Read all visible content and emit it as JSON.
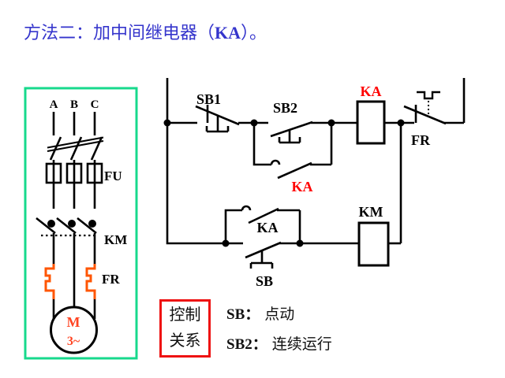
{
  "title": {
    "part1": "方法二：加中间继电器（",
    "highlight": "KA",
    "part2": "）。"
  },
  "power_circuit": {
    "phases": [
      "A",
      "B",
      "C"
    ],
    "fuse": "FU",
    "contactor_contacts": "KM",
    "overload_heater": "FR",
    "motor": "M",
    "motor_type": "3~"
  },
  "control_circuit": {
    "stop_button": "SB1",
    "run_button": "SB2",
    "relay_parallel_contact": "KA",
    "relay_coil": "KA",
    "overload_contact": "FR",
    "relay_contact": "KA",
    "jog_button": "SB",
    "contactor_coil": "KM"
  },
  "legend": {
    "box": {
      "line1": "控制",
      "line2": "关系"
    },
    "items": [
      {
        "term": "SB：",
        "desc": "点动"
      },
      {
        "term": "SB2：",
        "desc": "连续运行"
      }
    ]
  },
  "colors": {
    "title_blue": "#3535cc",
    "highlight_red": "#ff0000",
    "wire_black": "#000000",
    "frame_green": "#17d98c",
    "heater_orange": "#ff5500",
    "motor_text_orange": "#ff4422",
    "legend_box_red": "#ee1111"
  }
}
